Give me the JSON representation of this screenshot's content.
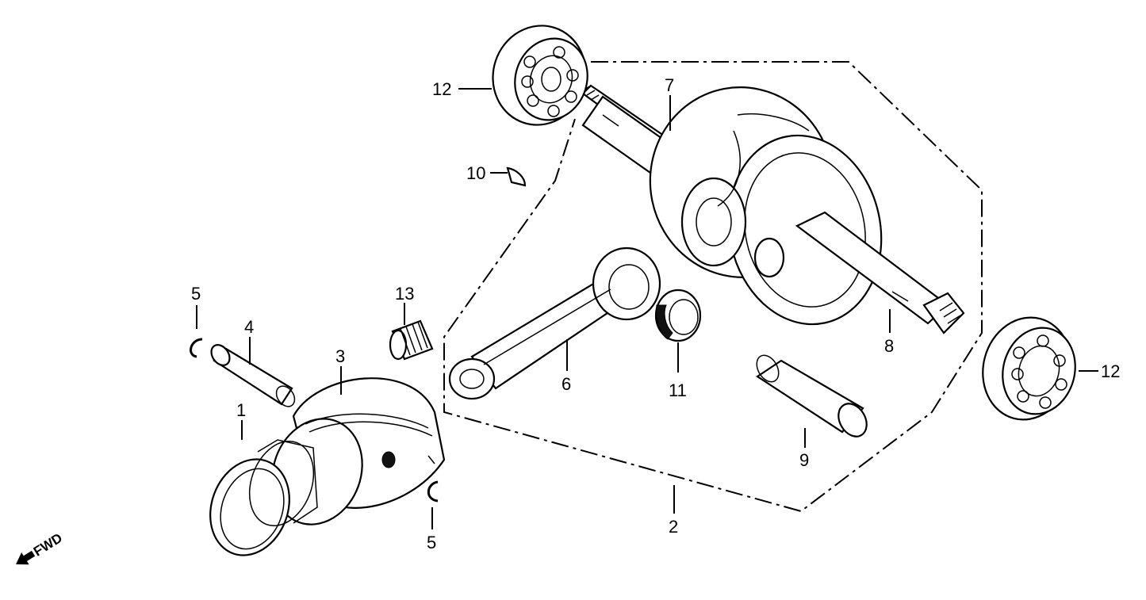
{
  "callouts": {
    "c1": "1",
    "c2": "2",
    "c3": "3",
    "c4": "4",
    "c5_top": "5",
    "c5_bottom": "5",
    "c6": "6",
    "c7": "7",
    "c8": "8",
    "c9": "9",
    "c10": "10",
    "c11": "11",
    "c12_top": "12",
    "c12_right": "12",
    "c13": "13"
  },
  "fwd_marker": {
    "text": "FWD",
    "icon": "arrow-left-icon"
  }
}
